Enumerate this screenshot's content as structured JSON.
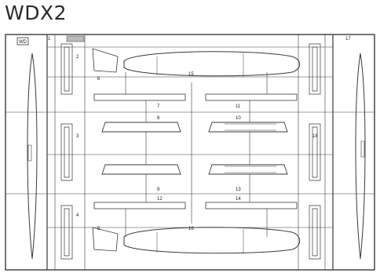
{
  "title": "WDX2",
  "sprue_code": "WD",
  "part_numbers": [
    "1",
    "2",
    "3",
    "4",
    "5",
    "6",
    "7",
    "8",
    "9",
    "10",
    "11",
    "12",
    "13",
    "14",
    "15",
    "16",
    "17",
    "18"
  ]
}
